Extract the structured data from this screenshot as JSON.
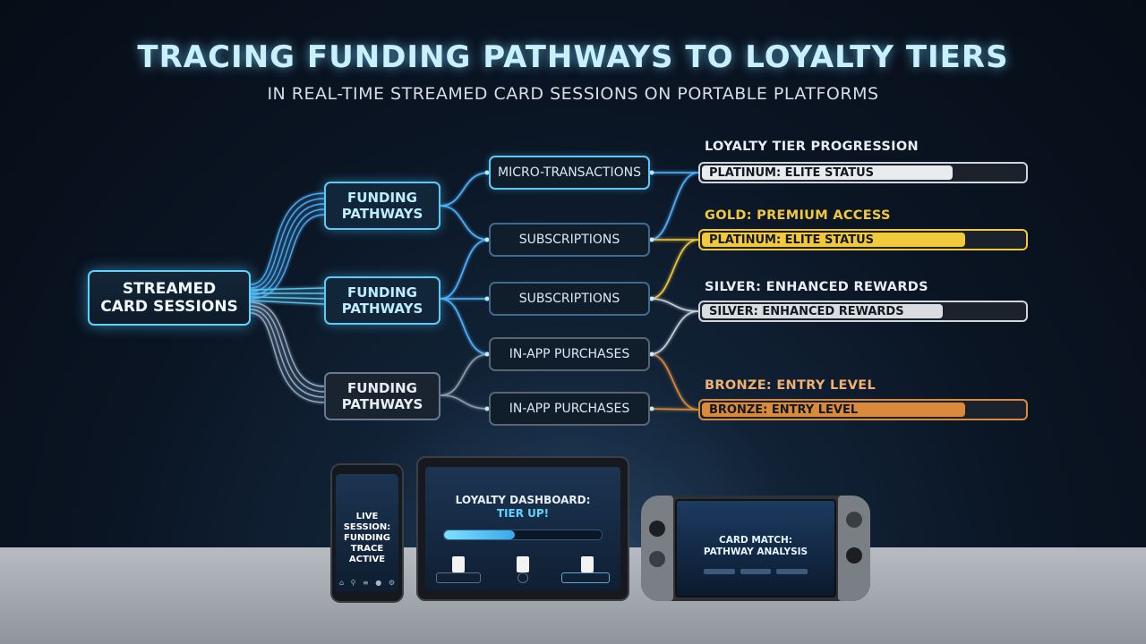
{
  "header": {
    "title": "TRACING FUNDING PATHWAYS TO LOYALTY TIERS",
    "subtitle": "IN REAL-TIME STREAMED CARD SESSIONS ON PORTABLE PLATFORMS"
  },
  "diagram": {
    "root": "STREAMED\nCARD SESSIONS",
    "funding_nodes": [
      "FUNDING\nPATHWAYS",
      "FUNDING\nPATHWAYS",
      "FUNDING\nPATHWAYS"
    ],
    "method_nodes": [
      "MICRO-TRANSACTIONS",
      "SUBSCRIPTIONS",
      "SUBSCRIPTIONS",
      "IN-APP PURCHASES",
      "IN-APP PURCHASES"
    ],
    "tiers": {
      "heading": "LOYALTY TIER PROGRESSION",
      "labels": [
        "GOLD: PREMIUM ACCESS",
        "SILVER: ENHANCED REWARDS",
        "BRONZE: ENTRY LEVEL"
      ],
      "bars": [
        {
          "label": "PLATINUM: ELITE STATUS",
          "fill": 0.78,
          "color": "#e9ecef"
        },
        {
          "label": "PLATINUM: ELITE STATUS",
          "fill": 0.82,
          "color": "#f2c93a"
        },
        {
          "label": "SILVER: ENHANCED REWARDS",
          "fill": 0.75,
          "color": "#d9dde2"
        },
        {
          "label": "BRONZE: ENTRY LEVEL",
          "fill": 0.82,
          "color": "#d98a3c"
        }
      ]
    }
  },
  "devices": {
    "phone_text": "LIVE SESSION:\nFUNDING\nTRACE\nACTIVE",
    "tablet_title": "LOYALTY DASHBOARD:",
    "tablet_subtitle": "TIER UP!",
    "tablet_progress": 0.45,
    "console_text": "CARD MATCH:\nPATHWAY ANALYSIS"
  },
  "colors": {
    "accent": "#5fd3ff",
    "gold": "#f2c93a",
    "bronze": "#d98a3c",
    "silver": "#d9dde2"
  }
}
